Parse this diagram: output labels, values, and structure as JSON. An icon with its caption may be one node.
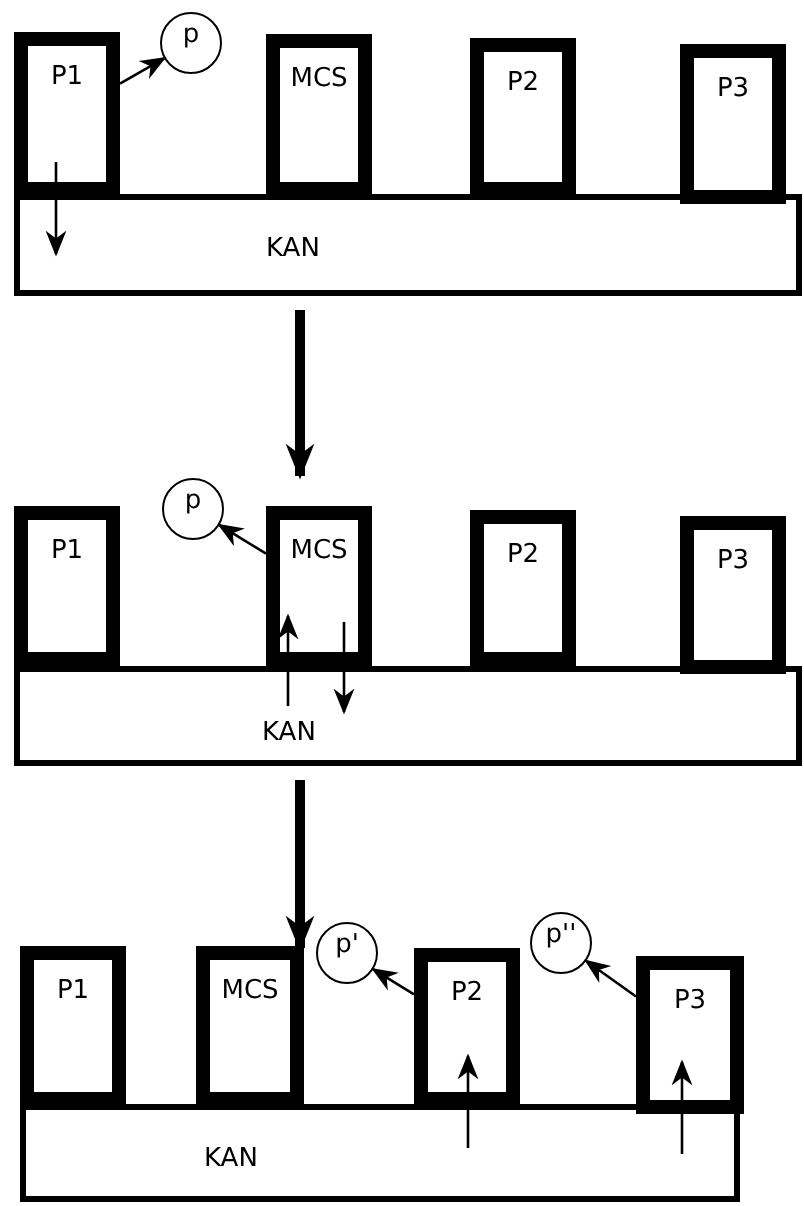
{
  "diagram": {
    "nodes": [
      {
        "text": [
          "P1"
        ]
      },
      {
        "text": [
          "p"
        ]
      },
      {
        "text": [
          "MCS"
        ]
      },
      {
        "text": [
          "P2"
        ]
      },
      {
        "text": [
          "P3"
        ]
      },
      {
        "text": [
          "KAN"
        ]
      },
      {
        "text": [
          "P1"
        ]
      },
      {
        "text": [
          "p"
        ]
      },
      {
        "text": [
          "MCS"
        ]
      },
      {
        "text": [
          "P2"
        ]
      },
      {
        "text": [
          "P3"
        ]
      },
      {
        "text": [
          "KAN"
        ]
      },
      {
        "text": [
          "P1"
        ]
      },
      {
        "text": [
          "MCS"
        ]
      },
      {
        "text": [
          "p'"
        ]
      },
      {
        "text": [
          "P2"
        ]
      },
      {
        "text": [
          "p''"
        ]
      },
      {
        "text": [
          "P3"
        ]
      },
      {
        "text": [
          "KAN"
        ]
      }
    ],
    "edges": [
      {
        "from": 0,
        "to": 1,
        "arrow": "to"
      },
      {
        "from": 0,
        "to": 5,
        "arrow": "to"
      },
      {
        "from": 5,
        "to": 8,
        "arrow": "to",
        "style": "thick"
      },
      {
        "from": 8,
        "to": 7,
        "arrow": "to"
      },
      {
        "from": 11,
        "to": 8,
        "arrow": "to"
      },
      {
        "from": 8,
        "to": 11,
        "arrow": "to"
      },
      {
        "from": 11,
        "to": 13,
        "arrow": "to",
        "style": "thick"
      },
      {
        "from": 15,
        "to": 14,
        "arrow": "to"
      },
      {
        "from": 17,
        "to": 16,
        "arrow": "to"
      },
      {
        "from": 18,
        "to": 15,
        "arrow": "to"
      },
      {
        "from": 18,
        "to": 17,
        "arrow": "to"
      }
    ]
  }
}
